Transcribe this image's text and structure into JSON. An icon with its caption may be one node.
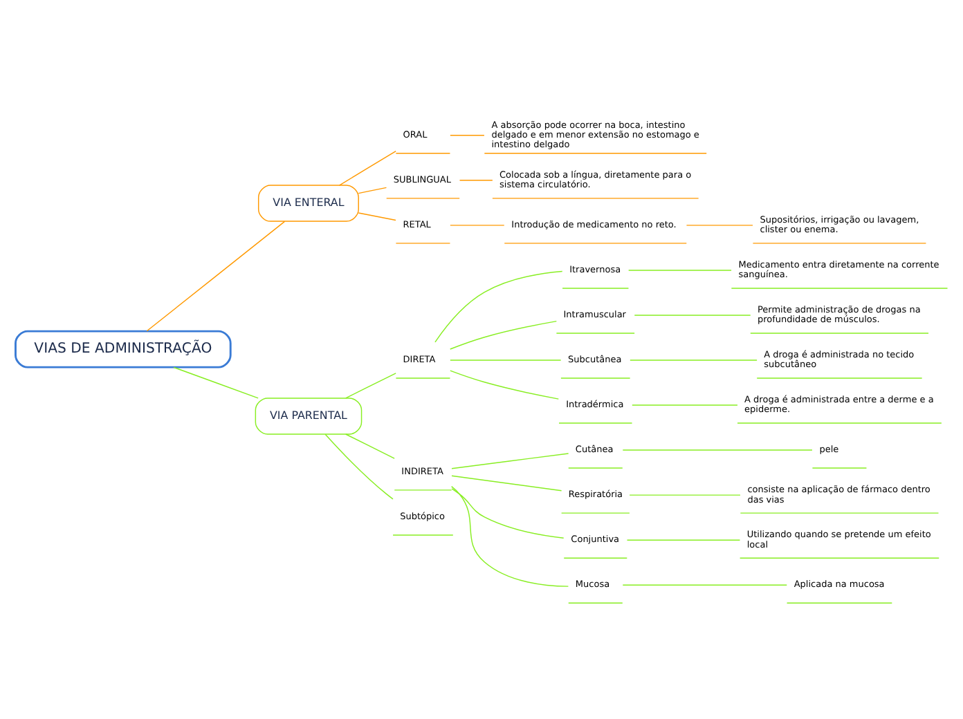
{
  "diagram": {
    "nodes": [
      {
        "text": [
          "VIAS DE ADMINISTRAÇÃO"
        ]
      },
      {
        "text": [
          "VIA ENTERAL"
        ]
      },
      {
        "text": [
          "ORAL"
        ]
      },
      {
        "text": [
          "A absorção pode ocorrer na boca, intestino delgado e em menor extensão no estomago e intestino delgado"
        ]
      },
      {
        "text": [
          "SUBLINGUAL"
        ]
      },
      {
        "text": [
          "Colocada sob a língua, diretamente para o sistema circulatório."
        ]
      },
      {
        "text": [
          "RETAL"
        ]
      },
      {
        "text": [
          "Introdução de medicamento no reto."
        ]
      },
      {
        "text": [
          "Supositórios, irrigação ou lavagem, clister ou enema."
        ]
      },
      {
        "text": [
          "VIA PARENTAL"
        ]
      },
      {
        "text": [
          "DIRETA"
        ]
      },
      {
        "text": [
          "Itravernosa"
        ]
      },
      {
        "text": [
          "Medicamento entra diretamente na corrente sanguínea."
        ]
      },
      {
        "text": [
          "Intramuscular"
        ]
      },
      {
        "text": [
          "Permite administração de drogas na profundidade de músculos."
        ]
      },
      {
        "text": [
          "Subcutânea"
        ]
      },
      {
        "text": [
          "A droga é administrada no tecido subcutâneo"
        ]
      },
      {
        "text": [
          "Intradérmica"
        ]
      },
      {
        "text": [
          "A droga é administrada entre a derme e a epiderme."
        ]
      },
      {
        "text": [
          "INDIRETA"
        ]
      },
      {
        "text": [
          "Cutânea"
        ]
      },
      {
        "text": [
          "pele"
        ]
      },
      {
        "text": [
          "Respiratória"
        ]
      },
      {
        "text": [
          "consiste na aplicação de fármaco dentro das vias"
        ]
      },
      {
        "text": [
          "Conjuntiva"
        ]
      },
      {
        "text": [
          "Utilizando quando se pretende um efeito local"
        ]
      },
      {
        "text": [
          "Mucosa"
        ]
      },
      {
        "text": [
          "Aplicada na mucosa"
        ]
      },
      {
        "text": [
          "Subtópico"
        ]
      }
    ],
    "edges": [
      {
        "from": 0,
        "to": 1,
        "arrow": "none",
        "color": "#ff9900"
      },
      {
        "from": 1,
        "to": 2,
        "arrow": "none",
        "color": "#ff9900"
      },
      {
        "from": 2,
        "to": 3,
        "arrow": "none",
        "color": "#ff9900"
      },
      {
        "from": 1,
        "to": 4,
        "arrow": "none",
        "color": "#ff9900"
      },
      {
        "from": 4,
        "to": 5,
        "arrow": "none",
        "color": "#ff9900"
      },
      {
        "from": 1,
        "to": 6,
        "arrow": "none",
        "color": "#ff9900"
      },
      {
        "from": 6,
        "to": 7,
        "arrow": "none",
        "color": "#ff9900"
      },
      {
        "from": 7,
        "to": 8,
        "arrow": "none",
        "color": "#ff9900"
      },
      {
        "from": 0,
        "to": 9,
        "arrow": "none"
      },
      {
        "from": 9,
        "to": 10,
        "arrow": "none"
      },
      {
        "from": 10,
        "to": 11,
        "arrow": "none"
      },
      {
        "from": 11,
        "to": 12,
        "arrow": "none"
      },
      {
        "from": 10,
        "to": 13,
        "arrow": "none"
      },
      {
        "from": 13,
        "to": 14,
        "arrow": "none"
      },
      {
        "from": 10,
        "to": 15,
        "arrow": "none"
      },
      {
        "from": 15,
        "to": 16,
        "arrow": "none"
      },
      {
        "from": 10,
        "to": 17,
        "arrow": "none"
      },
      {
        "from": 17,
        "to": 18,
        "arrow": "none"
      },
      {
        "from": 9,
        "to": 19,
        "arrow": "none"
      },
      {
        "from": 19,
        "to": 20,
        "arrow": "none"
      },
      {
        "from": 20,
        "to": 21,
        "arrow": "none"
      },
      {
        "from": 19,
        "to": 22,
        "arrow": "none"
      },
      {
        "from": 22,
        "to": 23,
        "arrow": "none"
      },
      {
        "from": 19,
        "to": 24,
        "arrow": "none"
      },
      {
        "from": 24,
        "to": 25,
        "arrow": "none"
      },
      {
        "from": 19,
        "to": 26,
        "arrow": "none"
      },
      {
        "from": 26,
        "to": 27,
        "arrow": "none"
      },
      {
        "from": 9,
        "to": 28,
        "arrow": "none"
      }
    ]
  }
}
